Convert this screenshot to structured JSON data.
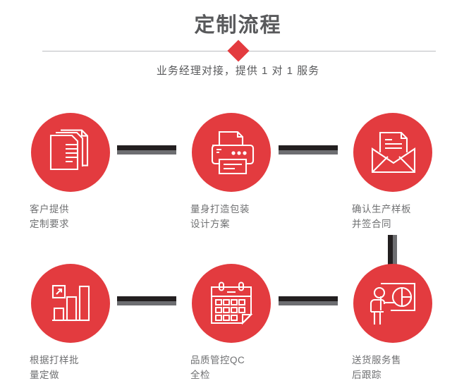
{
  "header": {
    "title": "定制流程",
    "subtitle": "业务经理对接，提供 1 对 1 服务",
    "divider_color": "#bcbec0",
    "diamond_color": "#e33b3f",
    "title_color": "#58595b"
  },
  "theme": {
    "accent": "#e33b3f",
    "connector_dark": "#231f20",
    "connector_gray": "#6d6e71",
    "caption_color": "#6f7072",
    "background": "#ffffff"
  },
  "steps": [
    {
      "index": 1,
      "icon": "documents-stack-icon",
      "line1": "客户提供",
      "line2": "定制要求"
    },
    {
      "index": 2,
      "icon": "printer-icon",
      "line1": "量身打造包装",
      "line2": "设计方案"
    },
    {
      "index": 3,
      "icon": "envelope-letter-icon",
      "line1": "确认生产样板",
      "line2": "并签合同"
    },
    {
      "index": 4,
      "icon": "bar-chart-growth-icon",
      "line1": "根据打样批",
      "line2": "量定做"
    },
    {
      "index": 5,
      "icon": "calendar-icon",
      "line1": "品质管控QC",
      "line2": "全检"
    },
    {
      "index": 6,
      "icon": "presenter-pie-chart-icon",
      "line1": "送货服务售",
      "line2": "后跟踪"
    }
  ],
  "connectors": [
    {
      "id": "c1",
      "type": "horizontal",
      "from": 1,
      "to": 2
    },
    {
      "id": "c2",
      "type": "horizontal",
      "from": 2,
      "to": 3
    },
    {
      "id": "c5",
      "type": "vertical",
      "from": 3,
      "to": 6
    },
    {
      "id": "c3",
      "type": "horizontal",
      "from": 4,
      "to": 5
    },
    {
      "id": "c4",
      "type": "horizontal",
      "from": 5,
      "to": 6
    }
  ]
}
